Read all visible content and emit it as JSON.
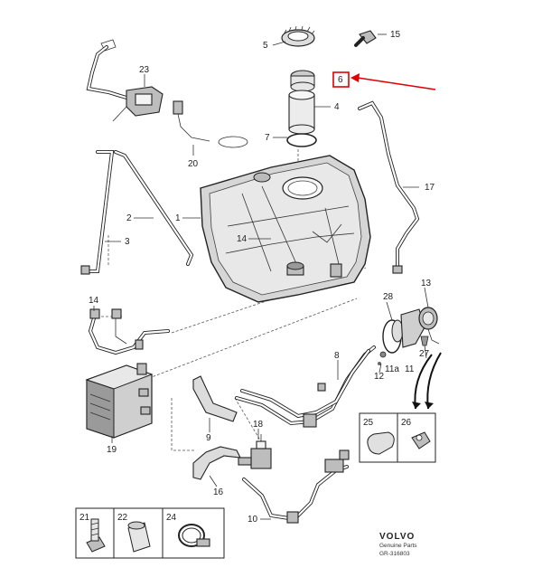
{
  "callouts": {
    "c1": "1",
    "c2": "2",
    "c3": "3",
    "c4": "4",
    "c5": "5",
    "c6": "6",
    "c7": "7",
    "c8": "8",
    "c9": "9",
    "c10": "10",
    "c11": "11",
    "c11a": "11a",
    "c12": "12",
    "c13": "13",
    "c14a": "14",
    "c14b": "14",
    "c15": "15",
    "c16": "16",
    "c17": "17",
    "c18": "18",
    "c19": "19",
    "c20": "20",
    "c21": "21",
    "c22": "22",
    "c23": "23",
    "c24": "24",
    "c25": "25",
    "c26": "26",
    "c27": "27",
    "c28": "28"
  },
  "footer": {
    "brand": "VOLVO",
    "subtitle": "Genuine Parts",
    "reference": "GR-316803"
  },
  "colors": {
    "highlight": "#e00000",
    "line": "#222222"
  }
}
